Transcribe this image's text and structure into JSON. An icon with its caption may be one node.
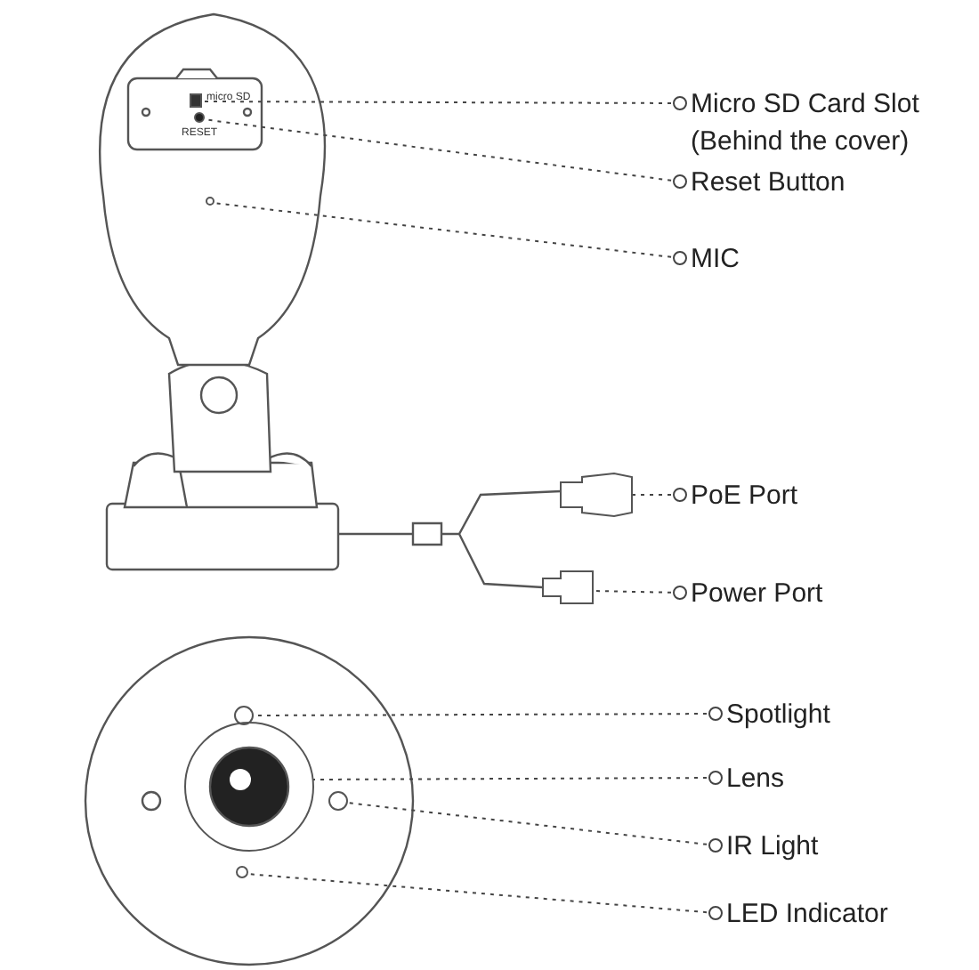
{
  "diagram": {
    "nodes": [
      {
        "text": [
          "Micro SD Card Slot (Behind the cover)"
        ]
      },
      {
        "text": [
          "Reset Button"
        ]
      },
      {
        "text": [
          "MIC"
        ]
      },
      {
        "text": [
          "PoE Port"
        ]
      },
      {
        "text": [
          "Power Port"
        ]
      },
      {
        "text": [
          "Spotlight"
        ]
      },
      {
        "text": [
          "Lens"
        ]
      },
      {
        "text": [
          "IR Light"
        ]
      },
      {
        "text": [
          "LED Indicator"
        ]
      },
      {
        "text": [],
        "shape": "box"
      },
      {
        "text": [],
        "shape": "circle"
      },
      {
        "text": [],
        "shape": "circle"
      },
      {
        "text": [],
        "shape": "connector"
      },
      {
        "text": [],
        "shape": "connector"
      },
      {
        "text": [],
        "shape": "circle"
      },
      {
        "text": [],
        "shape": "circle"
      },
      {
        "text": [],
        "shape": "circle"
      },
      {
        "text": [],
        "shape": "circle"
      }
    ],
    "edges": [
      {
        "from": 0,
        "to": 9,
        "arrow": "other",
        "style": "dashed"
      },
      {
        "from": 1,
        "to": 10,
        "arrow": "other",
        "style": "dashed"
      },
      {
        "from": 2,
        "to": 11,
        "arrow": "other",
        "style": "dashed"
      },
      {
        "from": 3,
        "to": 12,
        "arrow": "other",
        "style": "dashed"
      },
      {
        "from": 4,
        "to": 13,
        "arrow": "other",
        "style": "dashed"
      },
      {
        "from": 5,
        "to": 14,
        "arrow": "other",
        "style": "dashed"
      },
      {
        "from": 6,
        "to": 15,
        "arrow": "other",
        "style": "dashed"
      },
      {
        "from": 7,
        "to": 16,
        "arrow": "other",
        "style": "dashed"
      },
      {
        "from": 8,
        "to": 17,
        "arrow": "other",
        "style": "dashed"
      }
    ],
    "labels": [
      "micro SD",
      "RESET"
    ]
  }
}
